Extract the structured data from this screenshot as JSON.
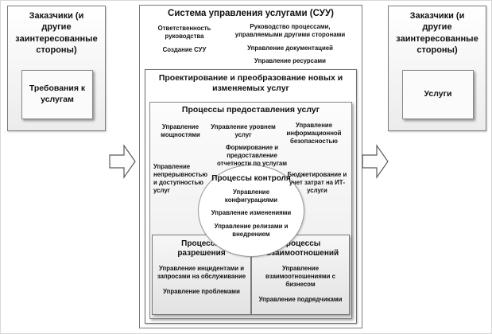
{
  "colors": {
    "line": "#7a7a7a",
    "background": "#ffffff",
    "fill_light": "#ececec"
  },
  "customers_left": {
    "title": "Заказчики (и другие заинтересованные стороны)",
    "box_label": "Требования к услугам"
  },
  "customers_right": {
    "title": "Заказчики (и другие заинтересованные стороны)",
    "box_label": "Услуги"
  },
  "sms": {
    "title": "Система управления услугами (СУУ)",
    "header_items": {
      "responsibility": "Ответственность руководства",
      "governance": "Руководство процессами, управляемыми другими сторонами",
      "establish": "Создание СУУ",
      "documentation": "Управление документацией",
      "resources": "Управление ресурсами"
    },
    "design_transition": {
      "title": "Проектирование и преобразование новых и изменяемых услуг"
    },
    "service_delivery": {
      "title": "Процессы предоставления услуг",
      "capacity": "Управление мощностями",
      "service_level": "Управление уровнем услуг",
      "info_security": "Управление информационной безопасностью",
      "reporting": "Формирование и предоставление отчетности по услугам",
      "continuity": "Управление непрерывностью и доступностью услуг",
      "budgeting": "Бюджетирование и учет затрат на ИТ-услуги"
    },
    "control": {
      "title": "Процессы контроля",
      "items": [
        "Управление конфигурациями",
        "Управление изменениями",
        "Управление релизами и внедрением"
      ]
    },
    "resolution": {
      "title": "Процессы разрешения",
      "items": [
        "Управление инцидентами и запросами на обслуживание",
        "Управление проблемами"
      ]
    },
    "relationship": {
      "title": "Процессы взаимоотношений",
      "items": [
        "Управление взаимоотношениями с бизнесом",
        "Управление подрядчиками"
      ]
    }
  }
}
